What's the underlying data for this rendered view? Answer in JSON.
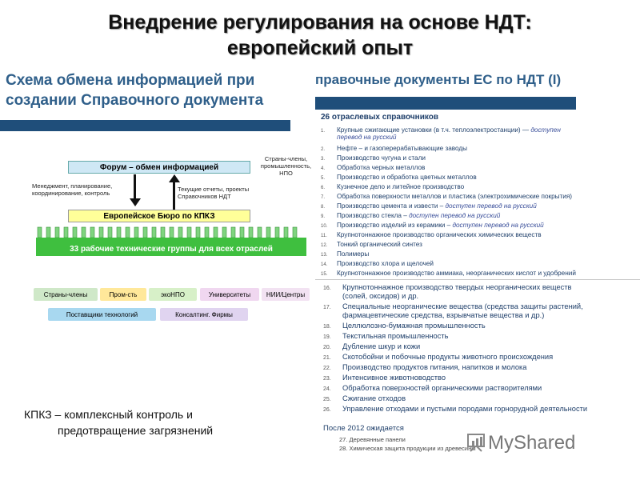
{
  "title": {
    "line1": "Внедрение регулирования  на основе НДТ:",
    "line2": "европейский опыт"
  },
  "left": {
    "heading1": "Схема обмена информацией при",
    "heading2": "создании Справочного документа",
    "forum": "Форум – обмен информацией",
    "side_right": "Страны-члены, промышленность, НПО",
    "left_note": "Менеджмент, планирование, координирование, контроль",
    "mid_note": "Текущие отчеты, проекты Справочников НДТ",
    "bureau": "Европейское Бюро по КПКЗ",
    "groups": "33 рабочие технические группы для всех отраслей",
    "pills": [
      "Страны-члены",
      "Пром-сть",
      "экоНПО",
      "Университеты",
      "НИИ/Центры"
    ],
    "pills2": [
      "Поставщики технологий",
      "Консалтинг. Фирмы"
    ],
    "legend1": "КПКЗ – комплексный контроль и",
    "legend2": "предотвращение загрязнений"
  },
  "right": {
    "heading": "правочные документы ЕС по НДТ (I)",
    "subheading": "26 отраслевых справочников",
    "accent_text": "доступен перевод на русский",
    "items": [
      {
        "n": "1.",
        "t": "Крупные сжигающие установки (в т.ч. теплоэлектростанции) — ",
        "a": "доступен",
        "t2": "",
        "wrap": "перевод на русский"
      },
      {
        "n": "2.",
        "t": "Нефте – и газоперерабатывающие заводы",
        "a": "",
        "t2": "",
        "wrap": ""
      },
      {
        "n": "3.",
        "t": "Производство чугуна и стали",
        "a": "",
        "t2": "",
        "wrap": ""
      },
      {
        "n": "4.",
        "t": "Обработка черных металлов",
        "a": "",
        "t2": "",
        "wrap": ""
      },
      {
        "n": "5.",
        "t": "Производство и обработка цветных металлов",
        "a": "",
        "t2": "",
        "wrap": ""
      },
      {
        "n": "6.",
        "t": "Кузнечное дело и литейное производство",
        "a": "",
        "t2": "",
        "wrap": ""
      },
      {
        "n": "7.",
        "t": "Обработка поверхности металлов и пластика (электрохимические покрытия)",
        "a": "",
        "t2": "",
        "wrap": ""
      },
      {
        "n": "8.",
        "t": "Производство цемента и извести – ",
        "a": "доступен перевод на русский",
        "t2": "",
        "wrap": ""
      },
      {
        "n": "9.",
        "t": "Производство стекла – ",
        "a": "доступен перевод на русский",
        "t2": "",
        "wrap": ""
      },
      {
        "n": "10.",
        "t": "Производство изделий из керамики – ",
        "a": "доступен перевод на русский",
        "t2": "",
        "wrap": ""
      },
      {
        "n": "11.",
        "t": "Крупнотоннажное производство органических химических веществ",
        "a": "",
        "t2": "",
        "wrap": ""
      },
      {
        "n": "12.",
        "t": "Тонкий органический синтез",
        "a": "",
        "t2": "",
        "wrap": ""
      },
      {
        "n": "13.",
        "t": "Полимеры",
        "a": "",
        "t2": "",
        "wrap": ""
      },
      {
        "n": "14.",
        "t": "Производство хлора и щелочей",
        "a": "",
        "t2": "",
        "wrap": ""
      },
      {
        "n": "15.",
        "t": "Крупнотоннажное производство аммиака, неорганических  кислот и удобрений",
        "a": "",
        "t2": "",
        "wrap": ""
      }
    ],
    "items2": [
      {
        "n": "16.",
        "t": "Крупнотоннажное производство твердых неорганических веществ",
        "wrap": "(солей, оксидов) и др."
      },
      {
        "n": "17.",
        "t": "Специальные неорганические вещества (средства защиты растений,",
        "wrap": "фармацевтические средства, взрывчатые вещества и др.)"
      },
      {
        "n": "18.",
        "t": "Целлюлозно-бумажная промышленность",
        "wrap": ""
      },
      {
        "n": "19.",
        "t": "Текстильная промышленность",
        "wrap": ""
      },
      {
        "n": "20.",
        "t": "Дубление шкур  и кожи",
        "wrap": ""
      },
      {
        "n": "21.",
        "t": "Скотобойни и побочные продукты животного происхождения",
        "wrap": ""
      },
      {
        "n": "22.",
        "t": "Производство продуктов питания, напитков и молока",
        "wrap": ""
      },
      {
        "n": "23.",
        "t": "Интенсивное животноводство",
        "wrap": ""
      },
      {
        "n": "24.",
        "t": "Обработка поверхностей органическими растворителями",
        "wrap": ""
      },
      {
        "n": "25.",
        "t": "Сжигание отходов",
        "wrap": ""
      },
      {
        "n": "26.",
        "t": "Управление отходами и пустыми породами горнорудной деятельности",
        "wrap": ""
      }
    ],
    "after": "После 2012 ожидается",
    "later": [
      {
        "n": "27.",
        "t": "Деревянные панели"
      },
      {
        "n": "28.",
        "t": "Химическая защита продукции из древесины"
      }
    ]
  },
  "watermark": "MyShared",
  "colors": {
    "accent": "#1f4e7a",
    "heading": "#2f5f8a",
    "green": "#3fbf3f",
    "forum": "#cfe8f5",
    "bureau": "#ffff99"
  }
}
